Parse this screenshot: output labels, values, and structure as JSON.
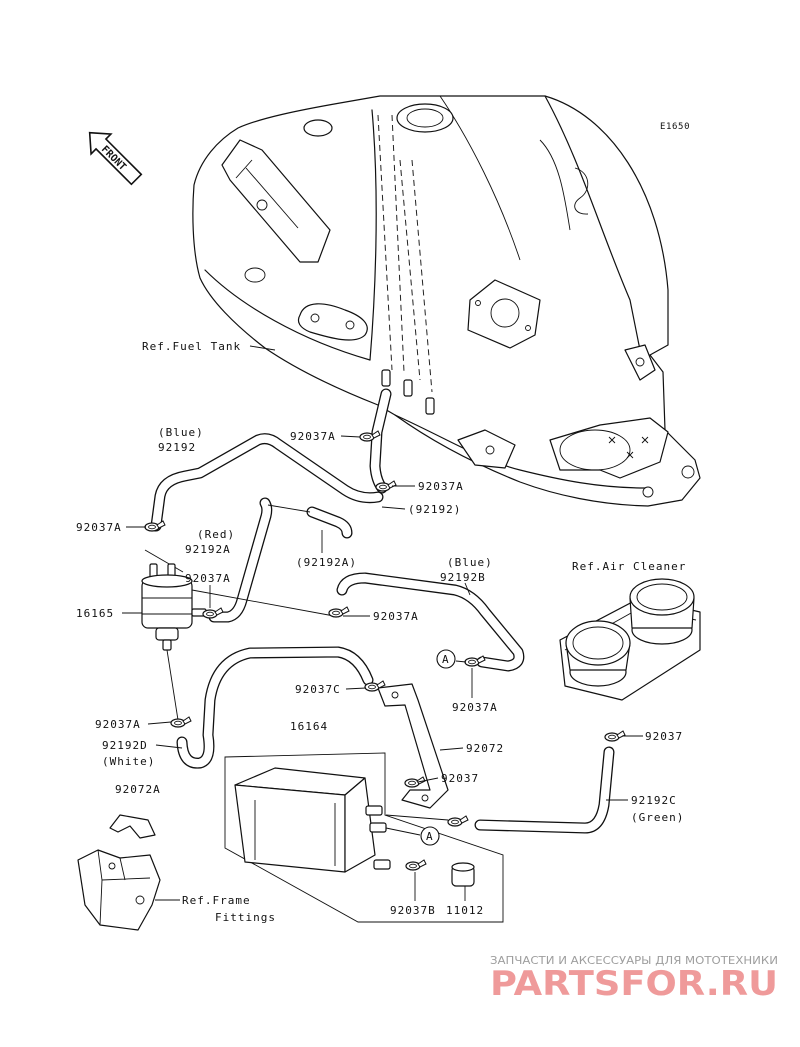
{
  "diagram_code": "E1650",
  "front_arrow_label": "FRONT",
  "references": {
    "fuel_tank": "Ref.Fuel Tank",
    "air_cleaner": "Ref.Air Cleaner",
    "frame_fittings_line1": "Ref.Frame",
    "frame_fittings_line2": "Fittings"
  },
  "callouts": {
    "hose_92192_color": "(Blue)",
    "hose_92192": "92192",
    "hose_92192_alt": "(92192)",
    "hose_92192A_color": "(Red)",
    "hose_92192A": "92192A",
    "hose_92192A_alt": "(92192A)",
    "hose_92192B_color": "(Blue)",
    "hose_92192B": "92192B",
    "hose_92192C": "92192C",
    "hose_92192C_color": "(Green)",
    "hose_92192D": "92192D",
    "hose_92192D_color": "(White)",
    "clamp_tank_upper": "92037A",
    "clamp_tank_lower": "92037A",
    "clamp_separator_top": "92037A",
    "clamp_separator_side": "92037A",
    "clamp_center": "92037A",
    "clamp_right": "92037A",
    "clamp_separator_bottom": "92037A",
    "clamp_92037C": "92037C",
    "clamp_air_cleaner": "92037",
    "clamp_bracket": "92037",
    "clamp_92037B": "92037B",
    "separator": "16165",
    "canister": "16164",
    "bracket_92072": "92072",
    "bracket_92072A": "92072A",
    "cap_11012": "11012"
  },
  "connection_marks": {
    "upper": "A",
    "lower": "A"
  },
  "watermark": {
    "tagline": "ЗАПЧАСТИ И АКСЕССУАРЫ ДЛЯ МОТОТЕХНИКИ",
    "logo": "PARTSFOR.RU"
  }
}
